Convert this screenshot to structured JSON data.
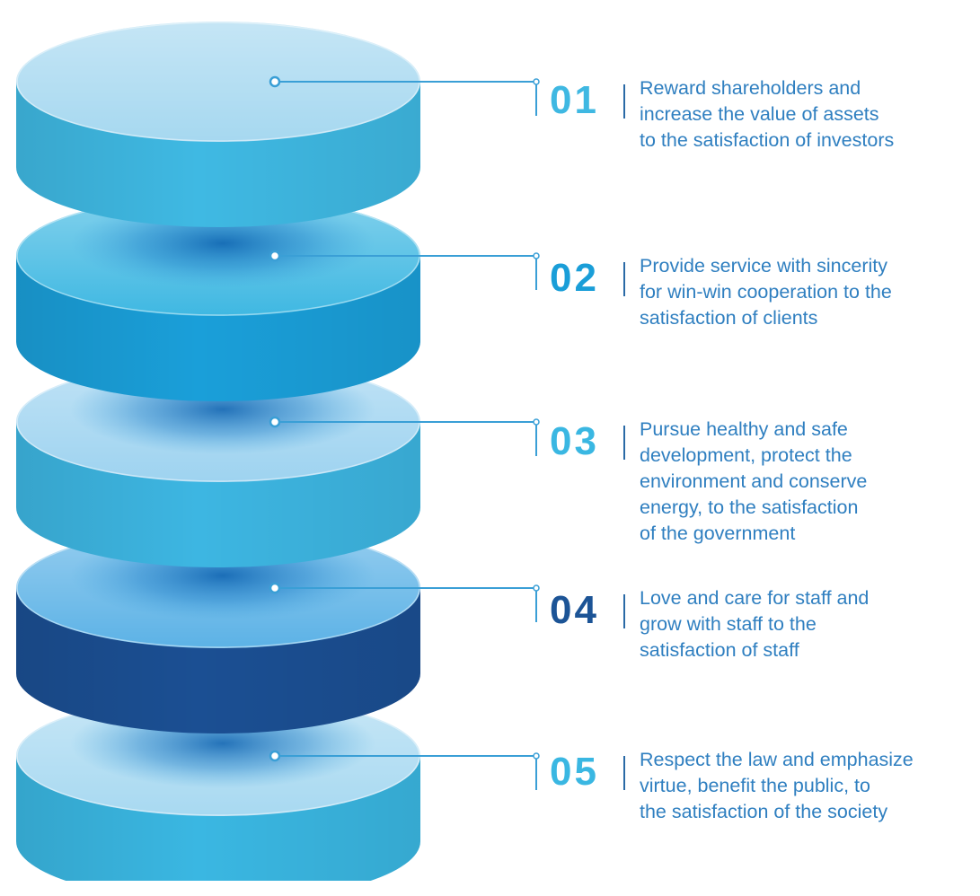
{
  "colors": {
    "tier_top": [
      "#a6d8f0",
      "#3fb8e2",
      "#9ed3f0",
      "#5cb2e6",
      "#a8d9f1"
    ],
    "tier_side": [
      "#3fb9e3",
      "#1a9fd9",
      "#3db6e2",
      "#1b4f93",
      "#3ab7e2"
    ],
    "number": [
      "#3fb8e2",
      "#1a9ed8",
      "#3ab7e2",
      "#1c5496",
      "#3ab7e2"
    ],
    "connector": "#3a9fd6",
    "text": "#2f7fc0",
    "divider": "#2a6aa6"
  },
  "items": [
    {
      "number": "01",
      "text": "Reward shareholders and\nincrease the value of assets\nto the satisfaction of investors"
    },
    {
      "number": "02",
      "text": "Provide service with sincerity\nfor win-win cooperation to the\nsatisfaction of clients"
    },
    {
      "number": "03",
      "text": "Pursue healthy and safe\ndevelopment, protect the\nenvironment and conserve\nenergy, to the satisfaction\nof the government"
    },
    {
      "number": "04",
      "text": "Love and care for staff and\ngrow with staff to the\nsatisfaction of staff"
    },
    {
      "number": "05",
      "text": "Respect the law and emphasize\nvirtue, benefit the public, to\nthe satisfaction of the society"
    }
  ]
}
